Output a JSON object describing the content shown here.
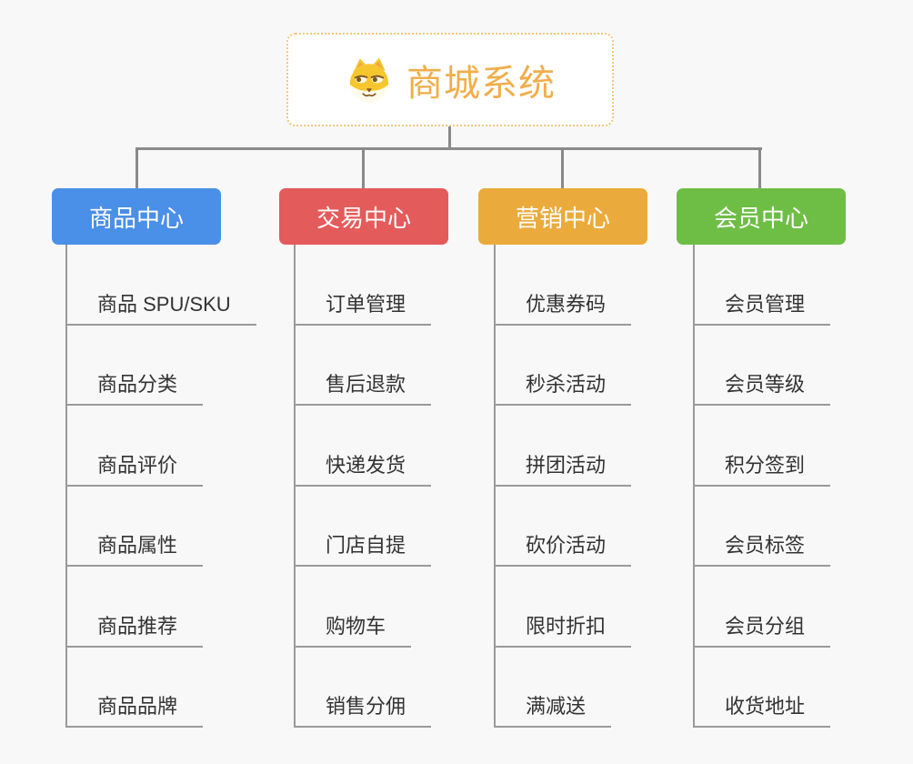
{
  "root": {
    "title": "商城系统",
    "icon": "doge-icon"
  },
  "colors": {
    "background": "#f8f8f8",
    "root_text": "#f0ae4a",
    "root_border": "#f2c57e",
    "connector_line": "#8a8a8a",
    "leaf_line": "#9a9a9a",
    "leaf_text": "#333333",
    "branch_product": "#4a8fe8",
    "branch_trade": "#e45b5b",
    "branch_marketing": "#ebab3c",
    "branch_member": "#6ebe45"
  },
  "branches": [
    {
      "label": "商品中心",
      "color": "#4a8fe8",
      "items": [
        "商品 SPU/SKU",
        "商品分类",
        "商品评价",
        "商品属性",
        "商品推荐",
        "商品品牌"
      ]
    },
    {
      "label": "交易中心",
      "color": "#e45b5b",
      "items": [
        "订单管理",
        "售后退款",
        "快递发货",
        "门店自提",
        "购物车",
        "销售分佣"
      ]
    },
    {
      "label": "营销中心",
      "color": "#ebab3c",
      "items": [
        "优惠券码",
        "秒杀活动",
        "拼团活动",
        "砍价活动",
        "限时折扣",
        "满减送"
      ]
    },
    {
      "label": "会员中心",
      "color": "#6ebe45",
      "items": [
        "会员管理",
        "会员等级",
        "积分签到",
        "会员标签",
        "会员分组",
        "收货地址"
      ]
    }
  ]
}
